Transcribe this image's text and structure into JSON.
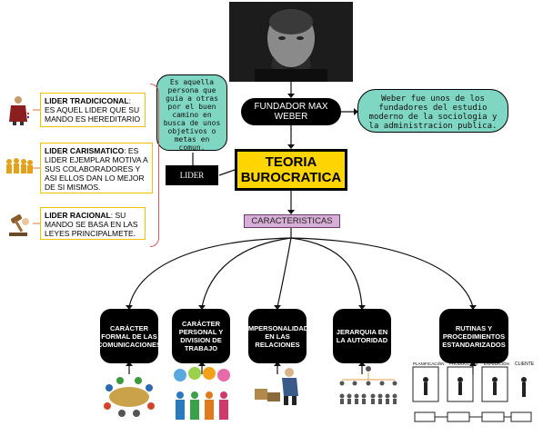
{
  "portrait": {
    "alt_icon": "portrait-photo-icon"
  },
  "fundador": {
    "label": "FUNDADOR MAX WEBER"
  },
  "description_left": "Es aquella persona que guia a otras por el buen camino en busca de unos objetivos o metas en comun.",
  "description_right": "Weber fue unos de los fundadores del estudio moderno de la sociologia y la administracion publica.",
  "title": "TEORIA BUROCRATICA",
  "lider": {
    "label": "LIDER"
  },
  "caracteristicas": {
    "label": "CARACTERISTICAS"
  },
  "leaders": [
    {
      "label": "LIDER TRADICICONAL",
      "text": ": ES AQUEL LIDER QUE SU MANDO ES HEREDITARIO",
      "icon": "traditional-leader-icon"
    },
    {
      "label": "LIDER CARISMATICO",
      "text": ": ES LIDER EJEMPLAR MOTIVA A SUS COLABORADORES Y ASI ELLOS DAN LO MEJOR DE SI MISMOS.",
      "icon": "group-people-icon"
    },
    {
      "label": "LIDER RACIONAL",
      "text": ": SU MANDO SE BASA EN LAS LEYES PRINCIPALMETE.",
      "icon": "gavel-icon"
    }
  ],
  "characteristics": [
    {
      "label": "CARÁCTER FORMAL DE LAS COMUNICACIONES",
      "icon": "meeting-table-icon"
    },
    {
      "label": "CARÁCTER PERSONAL Y DIVISION DE TRABAJO",
      "icon": "people-chat-icon"
    },
    {
      "label": "IMPERSONALIDAD EN LAS RELACIONES",
      "icon": "worker-boxes-icon"
    },
    {
      "label": "JERARQUIA EN LA AUTORIDAD",
      "icon": "hierarchy-icon"
    },
    {
      "label": "RUTINAS Y PROCEDIMIENTOS ESTANDARIZADOS",
      "icon": "procedure-flow-icon"
    }
  ],
  "procedure_labels": [
    "PLANIFICACIÓN",
    "PRODUCCIÓN",
    "EXPEDICIÓN",
    "CLIENTE"
  ],
  "colors": {
    "title_bg": "#ffd500",
    "teal": "#7fd6c2",
    "caract_bg": "#d7aed6",
    "yellow_border": "#f2c200"
  }
}
